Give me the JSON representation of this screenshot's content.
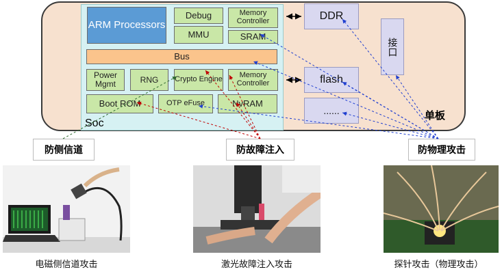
{
  "soc": {
    "label": "Soc",
    "arm": "ARM Processors",
    "debug": "Debug",
    "mmu": "MMU",
    "memctrl_top": "Memory Controller",
    "sram": "SRAM",
    "bus": "Bus",
    "power": "Power Mgmt",
    "rng": "RNG",
    "crypto": "Crypto Engine",
    "memctrl_bottom": "Memory Controller",
    "bootrom": "Boot ROM",
    "otp": "OTP eFuse",
    "nvram": "NvRAM"
  },
  "board": {
    "label": "单板",
    "ddr": "DDR",
    "flash": "flash",
    "more": "......",
    "interface": "接口"
  },
  "attacks": {
    "side_channel": "防侧信道",
    "fault_injection": "防故障注入",
    "physical": "防物理攻击"
  },
  "captions": {
    "left": "电磁侧信道攻击",
    "middle": "激光故障注入攻击",
    "right": "探针攻击（物理攻击）"
  },
  "colors": {
    "arrow_red": "#c00000",
    "arrow_blue": "#1f3fd0",
    "arrow_green": "#2e6b2e"
  }
}
